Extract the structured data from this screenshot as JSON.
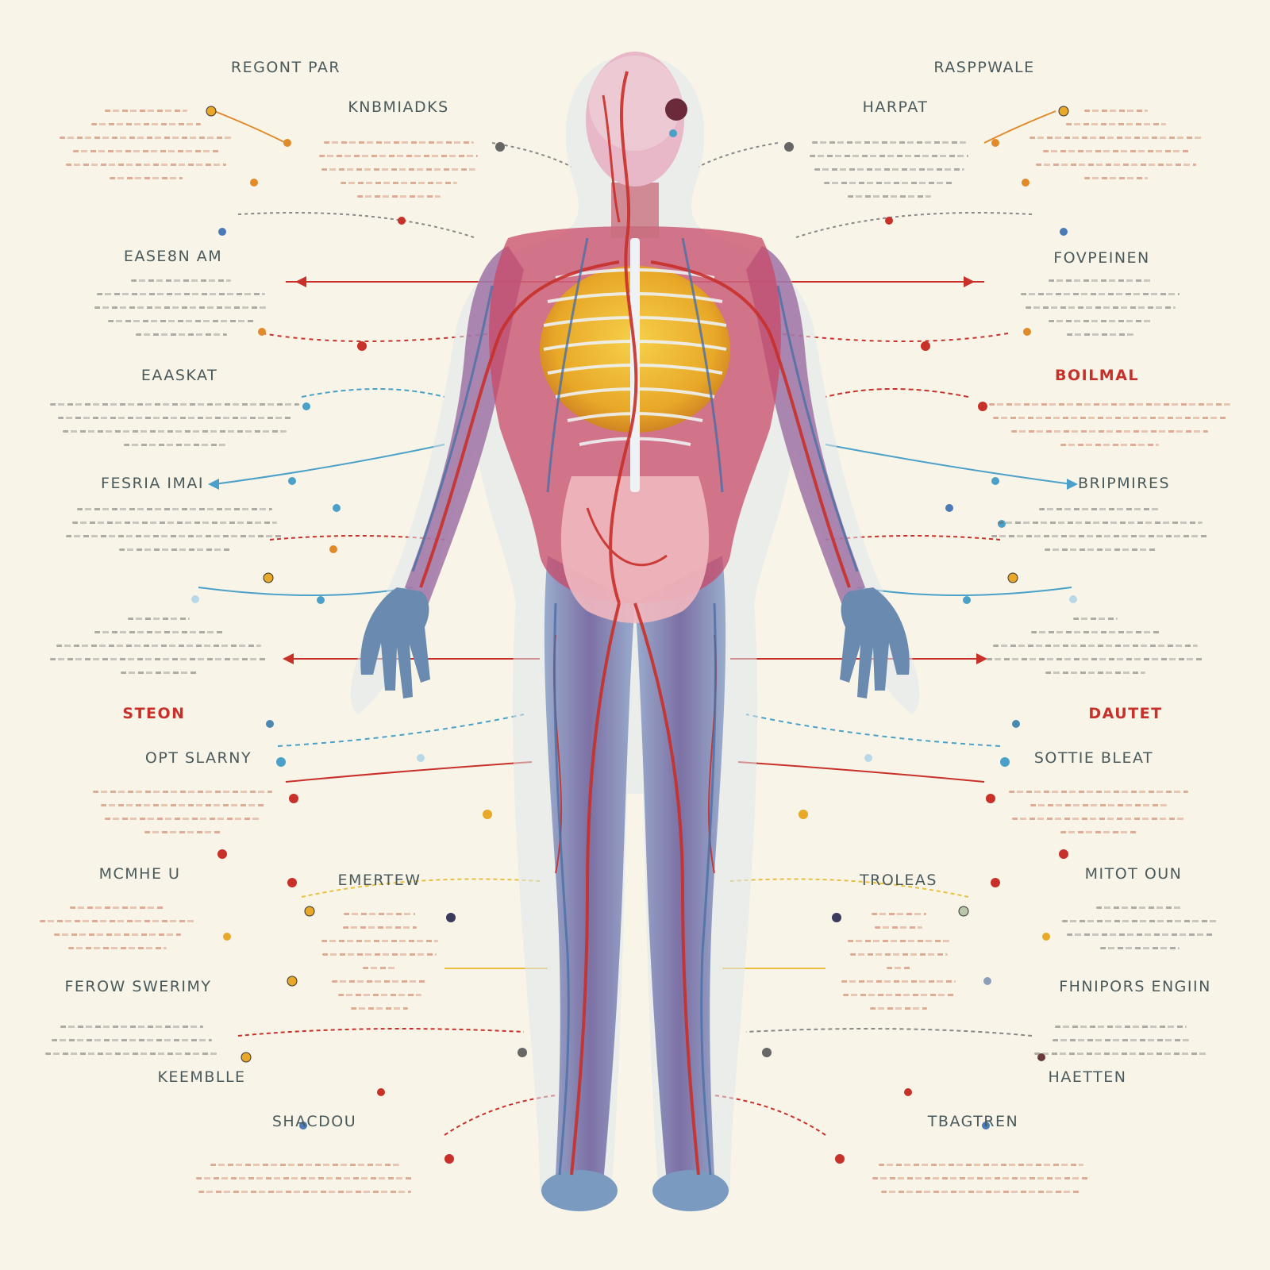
{
  "labels": [
    {
      "id": "regont-par",
      "text": "REGONT PAR"
    },
    {
      "id": "knbmiadks",
      "text": "KNBMIADKS"
    },
    {
      "id": "raspwale",
      "text": "RASPPWALE"
    },
    {
      "id": "harpat",
      "text": "HARPAT"
    },
    {
      "id": "easebam",
      "text": "EASE8N AM"
    },
    {
      "id": "foveinen",
      "text": "FOVPEINEN"
    },
    {
      "id": "eaaskat",
      "text": "EAASKAT"
    },
    {
      "id": "boilmal",
      "text": "BOILMAL"
    },
    {
      "id": "fesrimai",
      "text": "FESRIA IMAI"
    },
    {
      "id": "bripmires",
      "text": "BRIPMIRES"
    },
    {
      "id": "steon",
      "text": "STEON"
    },
    {
      "id": "dautet",
      "text": "DAUTET"
    },
    {
      "id": "optslarny",
      "text": "OPT SLARNY"
    },
    {
      "id": "sottebleat",
      "text": "SOTTIE BLEAT"
    },
    {
      "id": "mcmheu",
      "text": "MCMHE U"
    },
    {
      "id": "emertew",
      "text": "EMERTEW"
    },
    {
      "id": "troleas",
      "text": "TROLEAS"
    },
    {
      "id": "mitotou",
      "text": "MITOT OUN"
    },
    {
      "id": "ferowsweirmy",
      "text": "FEROW SWERIMY"
    },
    {
      "id": "fhnipors",
      "text": "FHNIPORS ENGIIN"
    },
    {
      "id": "keembule",
      "text": "KEEMBLLE"
    },
    {
      "id": "haetten",
      "text": "HAETTEN"
    },
    {
      "id": "shacdou",
      "text": "SHACDOU"
    },
    {
      "id": "tbagtren",
      "text": "TBAGTREN"
    }
  ],
  "colors": {
    "background": "#f8f5e8",
    "artery": "#c8302a",
    "vein": "#4a6fa5",
    "organ": "#e8b030",
    "bone": "#e8eef2",
    "label": "#4a5a5c",
    "accent_orange": "#e08a2a",
    "accent_blue": "#4aa0c8"
  }
}
